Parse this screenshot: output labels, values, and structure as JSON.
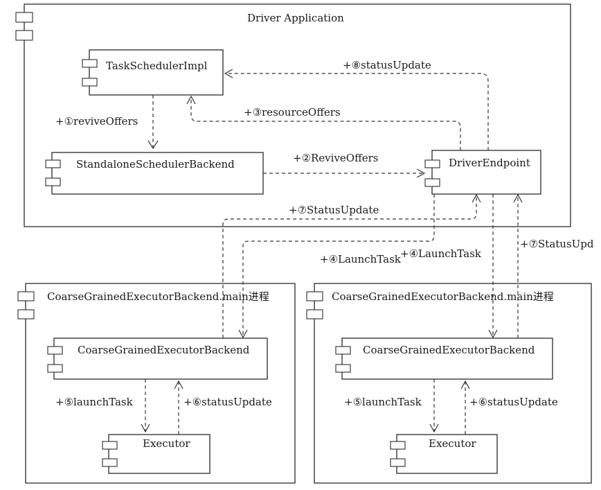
{
  "containers": {
    "driver": "Driver Application",
    "executor_left": "CoarseGrainedExecutorBackend.main进程",
    "executor_right": "CoarseGrainedExecutorBackend.main进程"
  },
  "components": {
    "task_scheduler": "TaskSchedulerImpl",
    "scheduler_backend": "StandaloneSchedulerBackend",
    "driver_endpoint": "DriverEndpoint",
    "backend_left": "CoarseGrainedExecutorBackend",
    "backend_right": "CoarseGrainedExecutorBackend",
    "executor_left": "Executor",
    "executor_right": "Executor"
  },
  "messages": {
    "m1": "+①reviveOffers",
    "m2": "+②ReviveOffers",
    "m3": "+③resourceOffers",
    "m8": "+⑧statusUpdate",
    "m7_left": "+⑦StatusUpdate",
    "m4_left": "+④LaunchTask",
    "m4_right": "+④LaunchTask",
    "m7_right": "+⑦StatusUpd",
    "m5_left": "+⑤launchTask",
    "m6_left": "+⑥statusUpdate",
    "m5_right": "+⑤launchTask",
    "m6_right": "+⑥statusUpdate"
  }
}
